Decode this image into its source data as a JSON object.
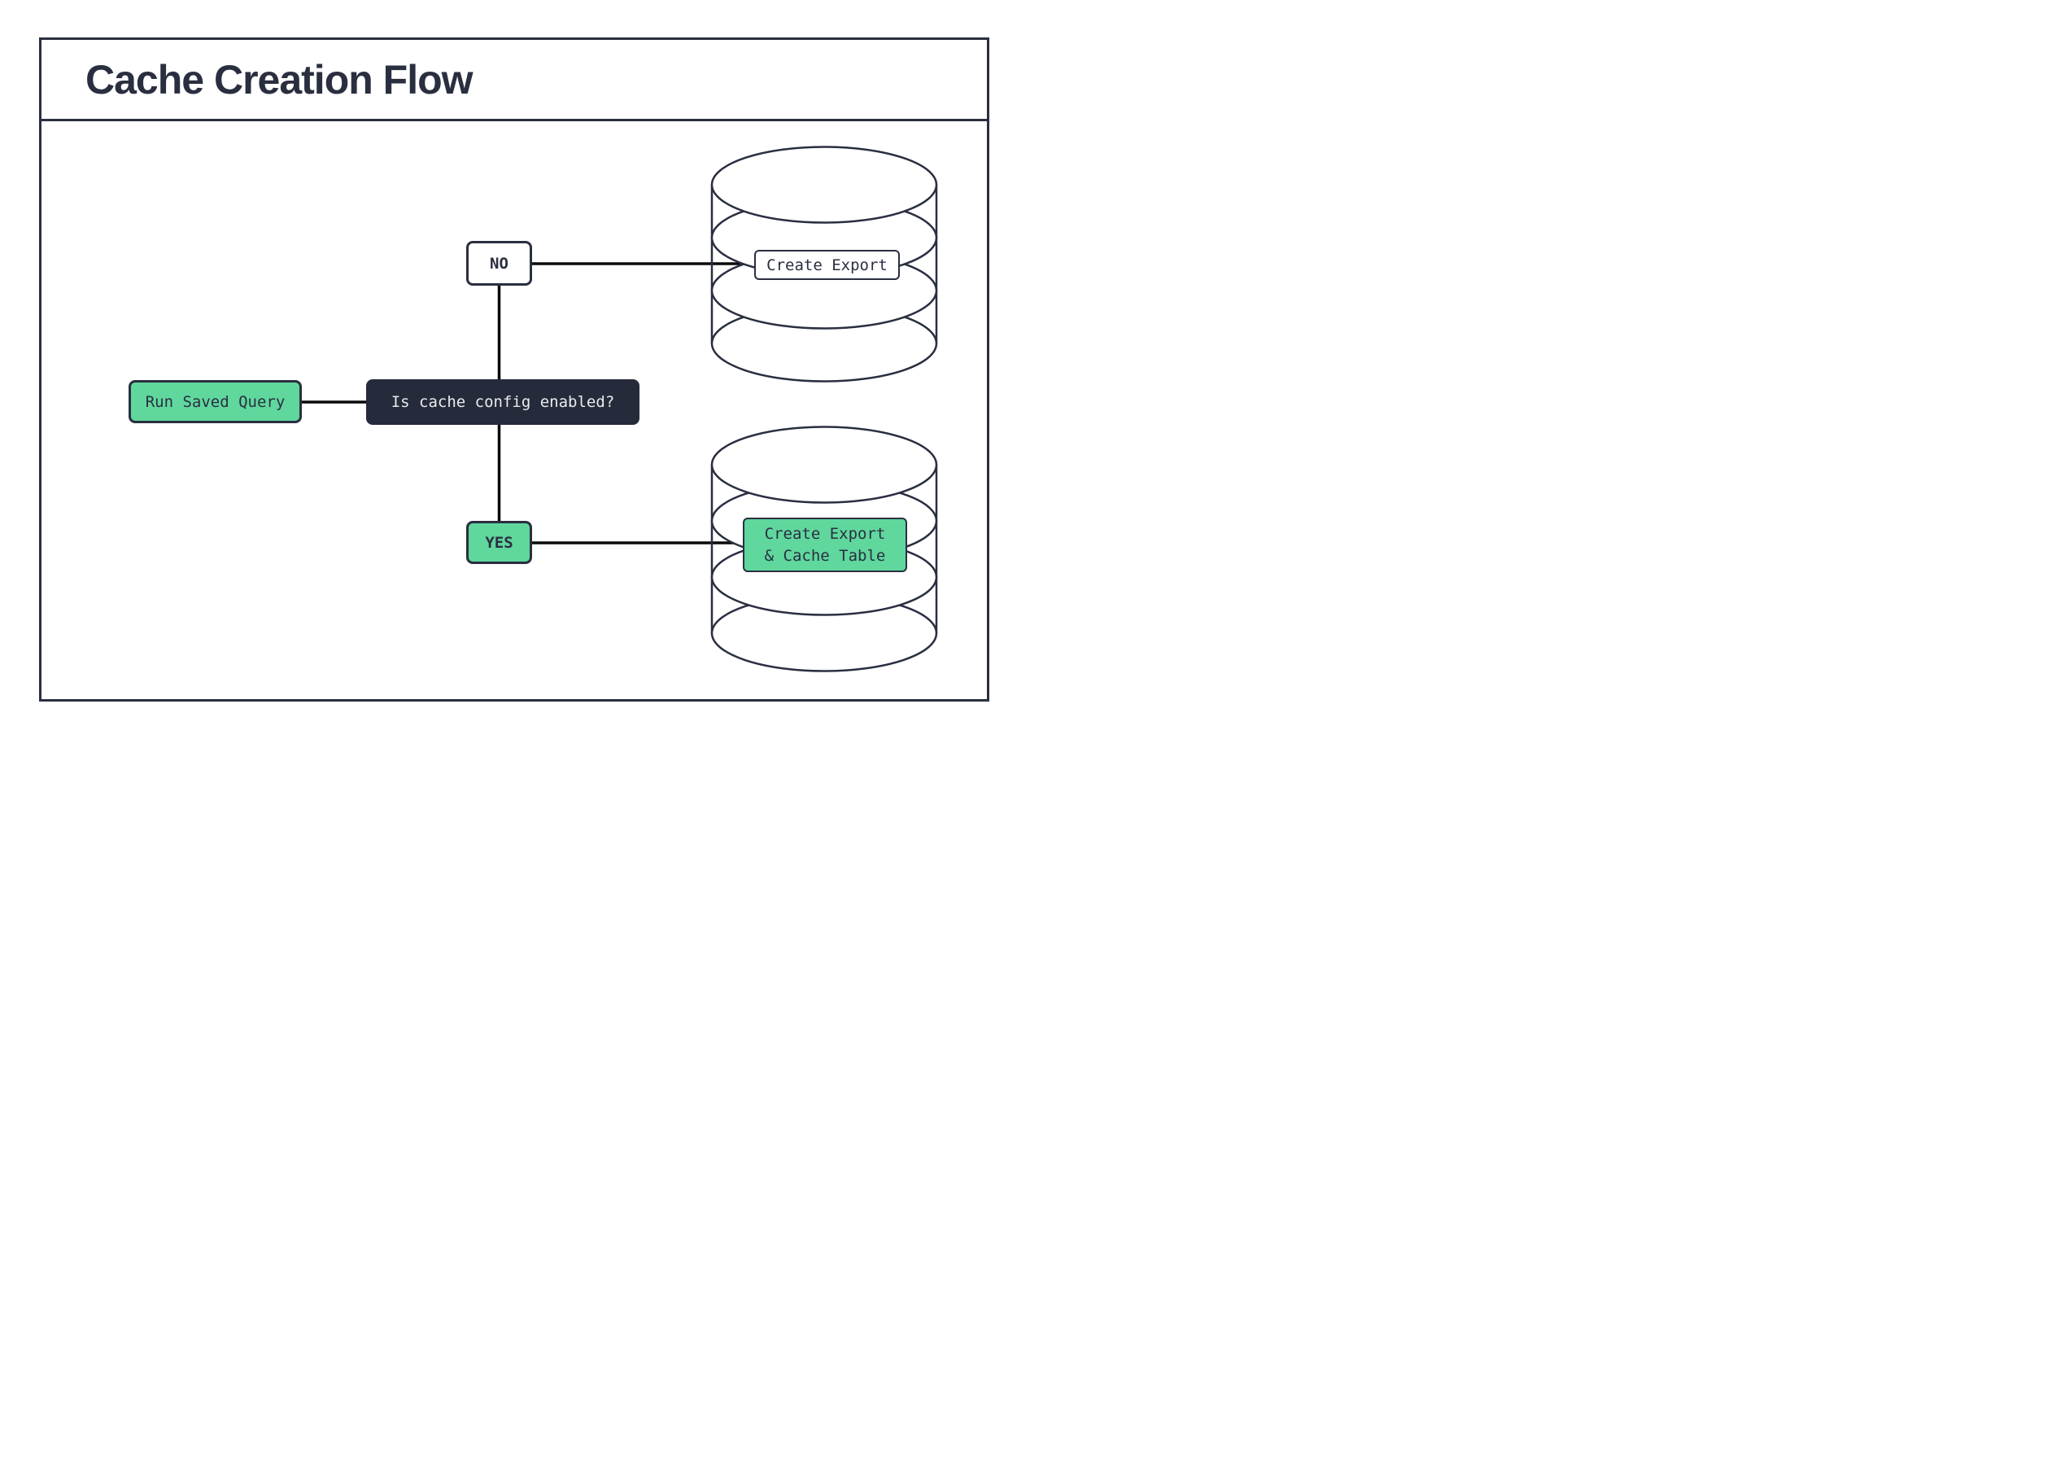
{
  "title": "Cache Creation Flow",
  "colors": {
    "ink": "#2A2F40",
    "green": "#5FD79D",
    "connector": "#0A0A0A",
    "decision-bg": "#262B3B",
    "decision-text": "#E9EAEE",
    "paper": "#FFFFFF"
  },
  "flow": {
    "start": {
      "label": "Run Saved Query"
    },
    "decision": {
      "label": "Is cache config enabled?"
    },
    "branch_no": {
      "label": "NO"
    },
    "branch_yes": {
      "label": "YES"
    },
    "no_outcome": {
      "label": "Create Export"
    },
    "yes_outcome": {
      "lines": [
        "Create Export",
        "& Cache Table"
      ]
    }
  }
}
